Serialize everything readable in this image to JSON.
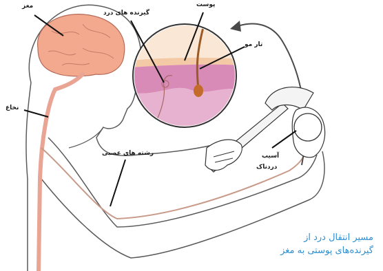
{
  "labels": {
    "brain": "مغز",
    "skin": "پوست",
    "pain_receptors": "گیرنده های درد",
    "hair": "تار مو",
    "spinal_cord": "نخاع",
    "nerve_fibers": "رشته های عصبی",
    "injury": "آسیب",
    "painful": "دردناک"
  },
  "caption": {
    "line1": "مسیر انتقال درد از",
    "line2": "گیرنده‌های پوستی به مغز"
  },
  "colors": {
    "caption": "#2f8fd0",
    "brain": "#f2a98e",
    "skin_layer": "#d98bb8",
    "pathway": "#e9a493",
    "outline": "#4a4a4a"
  }
}
